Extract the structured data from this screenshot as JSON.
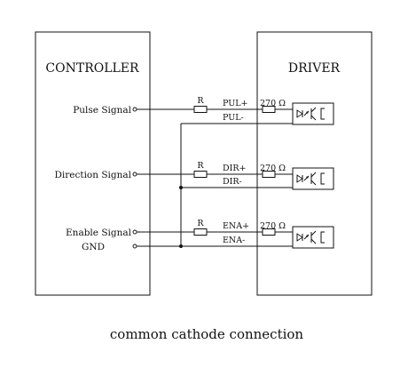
{
  "controller": {
    "title": "CONTROLLER",
    "signals": [
      "Pulse Signal",
      "Direction Signal",
      "Enable Signal"
    ],
    "ground": "GND"
  },
  "driver": {
    "title": "DRIVER",
    "resistor_value": "270 Ω"
  },
  "resistor_label": "R",
  "channels": [
    {
      "plus": "PUL+",
      "minus": "PUL-"
    },
    {
      "plus": "DIR+",
      "minus": "DIR-"
    },
    {
      "plus": "ENA+",
      "minus": "ENA-"
    }
  ],
  "caption": "common cathode connection",
  "icons": [
    "optocoupler-icon",
    "resistor-icon"
  ]
}
